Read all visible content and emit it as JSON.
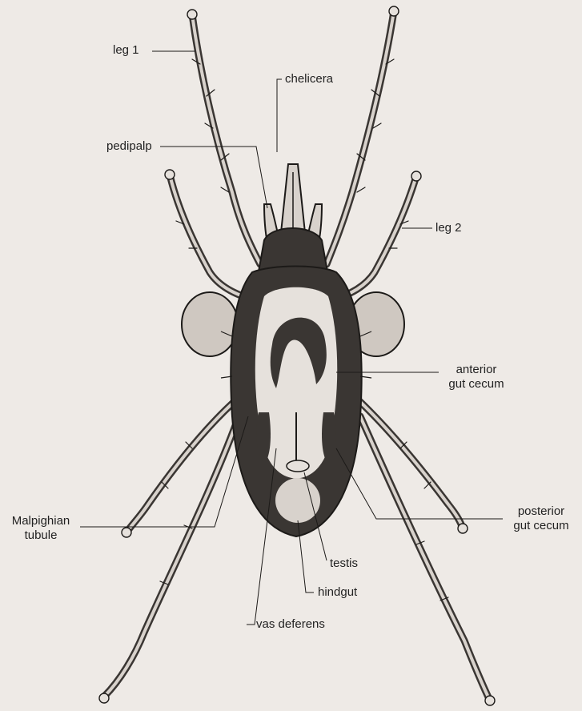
{
  "figure": {
    "colors": {
      "background": "#eeeae6",
      "ink": "#1c1a18",
      "body_fill": "#3a3633",
      "leg_fill": "#d8d2cc",
      "pale": "#e6e1dc"
    }
  },
  "labels": {
    "leg1": "leg 1",
    "chelicera": "chelicera",
    "pedipalp": "pedipalp",
    "leg2": "leg 2",
    "anterior_gut_cecum_1": "anterior",
    "anterior_gut_cecum_2": "gut cecum",
    "posterior_gut_cecum_1": "posterior",
    "posterior_gut_cecum_2": "gut cecum",
    "malpighian_tubule_1": "Malpighian",
    "malpighian_tubule_2": "tubule",
    "testis": "testis",
    "hindgut": "hindgut",
    "vas_deferens": "vas deferens"
  }
}
